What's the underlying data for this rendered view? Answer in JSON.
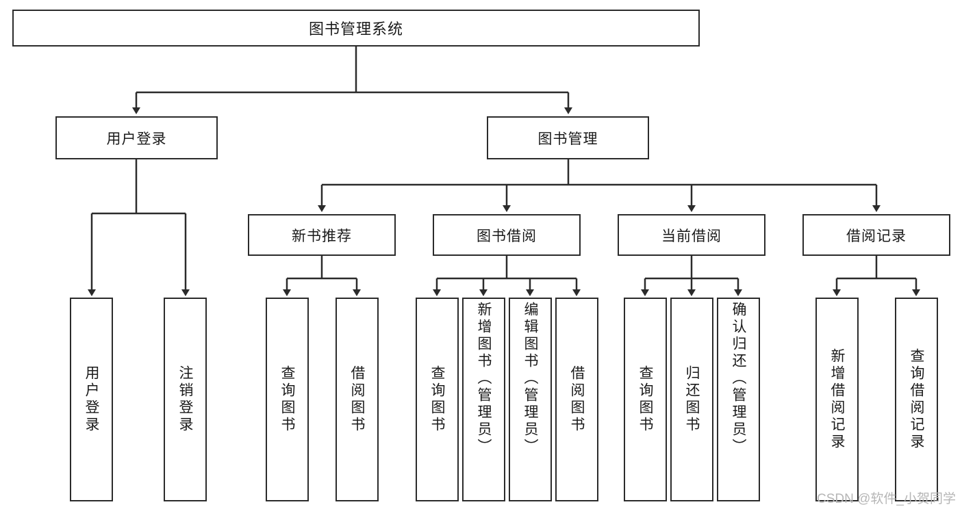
{
  "diagram": {
    "type": "tree",
    "title": "图书管理系统",
    "root": {
      "label": "图书管理系统"
    },
    "level2": [
      {
        "label": "用户登录"
      },
      {
        "label": "图书管理"
      }
    ],
    "level3": [
      {
        "label": "新书推荐"
      },
      {
        "label": "图书借阅"
      },
      {
        "label": "当前借阅"
      },
      {
        "label": "借阅记录"
      }
    ],
    "leaves": {
      "user_login": [
        {
          "label": "用户登录"
        },
        {
          "label": "注销登录"
        }
      ],
      "new_book_recommend": [
        {
          "label": "查询图书"
        },
        {
          "label": "借阅图书"
        }
      ],
      "book_borrow": [
        {
          "label": "查询图书"
        },
        {
          "label": "新增图书（管理员）"
        },
        {
          "label": "编辑图书（管理员）"
        },
        {
          "label": "借阅图书"
        }
      ],
      "current_borrow": [
        {
          "label": "查询图书"
        },
        {
          "label": "归还图书"
        },
        {
          "label": "确认归还（管理员）"
        }
      ],
      "borrow_record": [
        {
          "label": "新增借阅记录"
        },
        {
          "label": "查询借阅记录"
        }
      ]
    }
  },
  "watermark": {
    "text": "CSDN @软件_小贺同学"
  },
  "colors": {
    "stroke": "#2b2b2b",
    "background": "#ffffff",
    "text": "#1a1a1a",
    "watermark": "#b6b6b6"
  }
}
